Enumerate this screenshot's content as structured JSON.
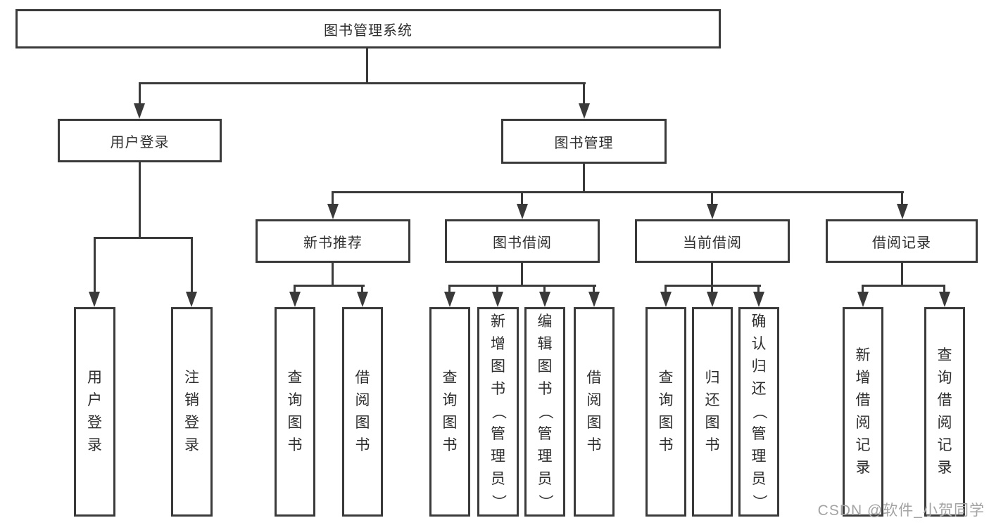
{
  "diagram": {
    "type": "hierarchy-tree",
    "title": "图书管理系统"
  },
  "watermark": "CSDN @软件_小贺同学",
  "colors": {
    "line": "#3a3a3a",
    "text": "#2e2e2e",
    "watermark": "#a3a3a3",
    "background": "#ffffff"
  },
  "nodes": {
    "root": "图书管理系统",
    "user_login": "用户登录",
    "book_mgmt": "图书管理",
    "new_book_rec": "新书推荐",
    "book_borrow": "图书借阅",
    "current_borrow": "当前借阅",
    "borrow_record": "借阅记录",
    "ul_user_login": "用户登录",
    "ul_logout": "注销登录",
    "nbr_query_book": "查询图书",
    "nbr_borrow_book": "借阅图书",
    "bb_query_book": "查询图书",
    "bb_add_book": "新增图书（管理员）",
    "bb_edit_book": "编辑图书（管理员）",
    "bb_borrow_book": "借阅图书",
    "cb_query_book": "查询图书",
    "cb_return_book": "归还图书",
    "cb_confirm_return": "确认归还（管理员）",
    "br_add_record": "新增借阅记录",
    "br_query_record": "查询借阅记录"
  },
  "edges": {
    "root": [
      "user_login",
      "book_mgmt"
    ],
    "user_login": [
      "ul_user_login",
      "ul_logout"
    ],
    "book_mgmt": [
      "new_book_rec",
      "book_borrow",
      "current_borrow",
      "borrow_record"
    ],
    "new_book_rec": [
      "nbr_query_book",
      "nbr_borrow_book"
    ],
    "book_borrow": [
      "bb_query_book",
      "bb_add_book",
      "bb_edit_book",
      "bb_borrow_book"
    ],
    "current_borrow": [
      "cb_query_book",
      "cb_return_book",
      "cb_confirm_return"
    ],
    "borrow_record": [
      "br_add_record",
      "br_query_record"
    ]
  }
}
